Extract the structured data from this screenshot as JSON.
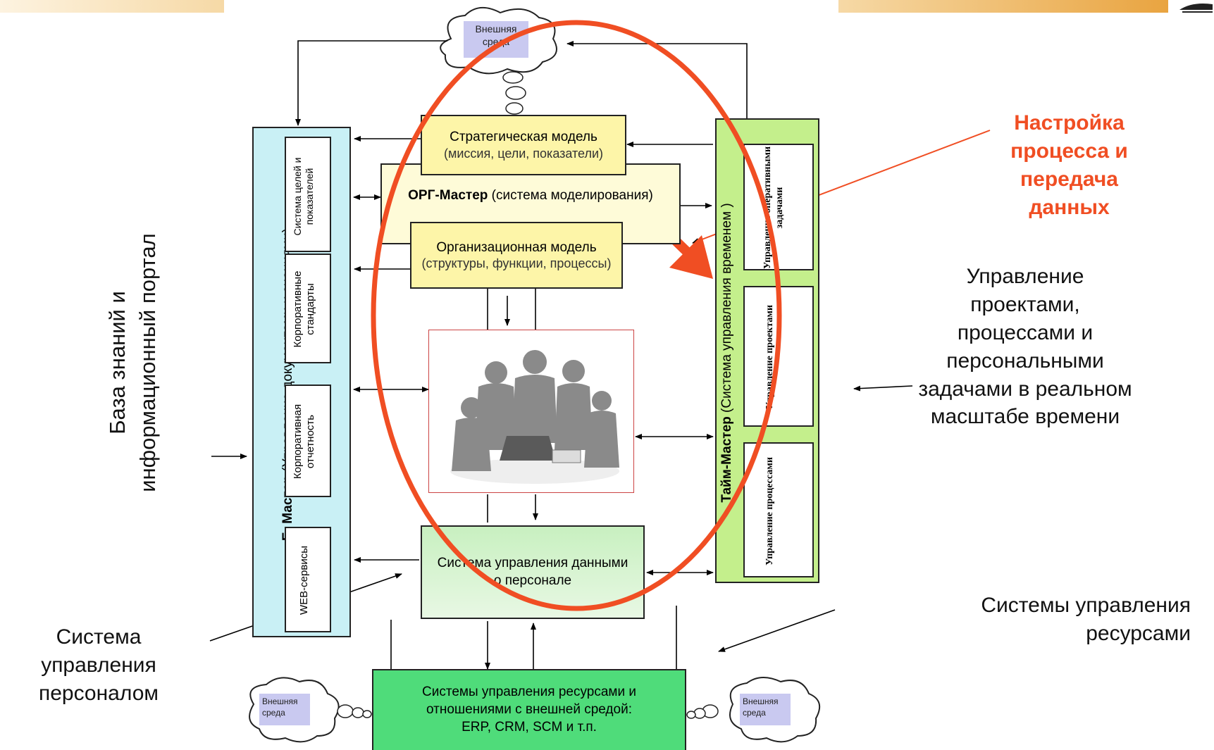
{
  "clouds": {
    "top": "Внешняя среда",
    "bottom_left": "Внешняя среда",
    "bottom_right": "Внешняя среда"
  },
  "left_panel": {
    "title": "Е- Мастер",
    "subtitle": "(Управление документами и знаниями)",
    "items": [
      "Система целей и показателей",
      "Корпоративные стандарты",
      "Корпоративная отчетность",
      "WEB-сервисы"
    ]
  },
  "right_panel": {
    "title": "Тайм-Мастер",
    "subtitle": "(Система управления временем )",
    "items": [
      "Управление оперативными задачами",
      "Управление проектами",
      "Управление процессами"
    ]
  },
  "center": {
    "strategic_title": "Стратегическая модель",
    "strategic_sub": "(миссия, цели, показатели)",
    "org_master_title": "ОРГ-Мастер",
    "org_master_sub": "(система моделирования)",
    "org_model_title": "Организационная модель",
    "org_model_sub": "(структуры, функции, процессы)",
    "personnel_data_line1": "Система управления данными",
    "personnel_data_line2": "о персонале",
    "resources_line1": "Системы управления ресурсами и",
    "resources_line2": "отношениями с внешней средой:",
    "resources_line3": "ERP, CRM, SCM и т.п."
  },
  "annotations": {
    "left_vertical_line1": "База знаний и",
    "left_vertical_line2": "информационный портал",
    "setup_note": "Настройка процесса и передача данных",
    "right_text": "Управление проектами, процессами и персональными задачами в реальном масштабе времени",
    "personnel_text": "Система управления персоналом",
    "resources_text": "Системы управления ресурсами"
  },
  "colors": {
    "accent_red": "#f04e23",
    "left_panel_bg": "#c9f0f5",
    "right_panel_bg": "#c4ef8c",
    "yellow_box": "#fdf5a8",
    "green_box": "#c8f0c0",
    "resources_box": "#4fdc7a",
    "cloud_label_bg": "#c9c9f0"
  }
}
